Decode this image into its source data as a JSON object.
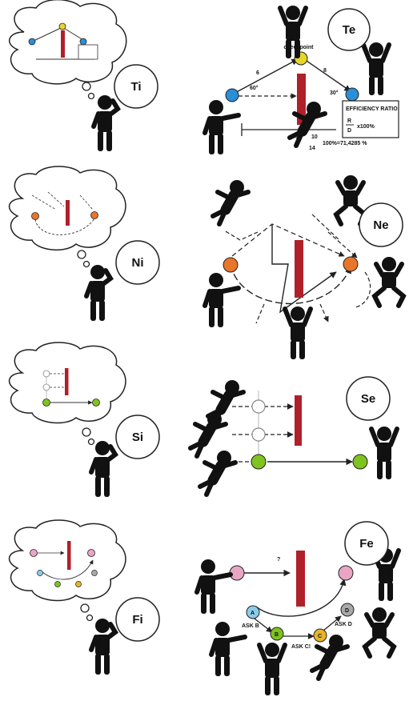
{
  "rows": [
    {
      "thought_label": "Ti",
      "scene_label": "Te",
      "texts": {
        "checkpoint": "checkpoint",
        "num_a": "6",
        "num_b": "8",
        "angle_a": "60°",
        "angle_b": "30°",
        "box_title": "EFFICIENCY RATIO",
        "formula_num": "R",
        "formula_den": "D",
        "formula_tail": "x100%",
        "ten_a": "10",
        "ten_b": "10",
        "fourteen": "14",
        "result": "100%=71,4285 %"
      }
    },
    {
      "thought_label": "Ni",
      "scene_label": "Ne"
    },
    {
      "thought_label": "Si",
      "scene_label": "Se"
    },
    {
      "thought_label": "Fi",
      "scene_label": "Fe",
      "texts": {
        "question": "?",
        "node_a": "A",
        "node_b": "B",
        "node_c": "C",
        "node_d": "D",
        "ask_b": "ASK B",
        "ask_c": "ASK C!",
        "ask_d": "ASK D"
      }
    }
  ],
  "colors": {
    "bar": "#b0202a",
    "blue": "#2a8fd6",
    "yellow": "#e7d52a",
    "orange": "#e8762a",
    "green": "#7fc31f",
    "pink": "#e8a6c4",
    "light_blue": "#8ccbe8",
    "gray": "#a8a8a8",
    "ink": "#111111"
  }
}
